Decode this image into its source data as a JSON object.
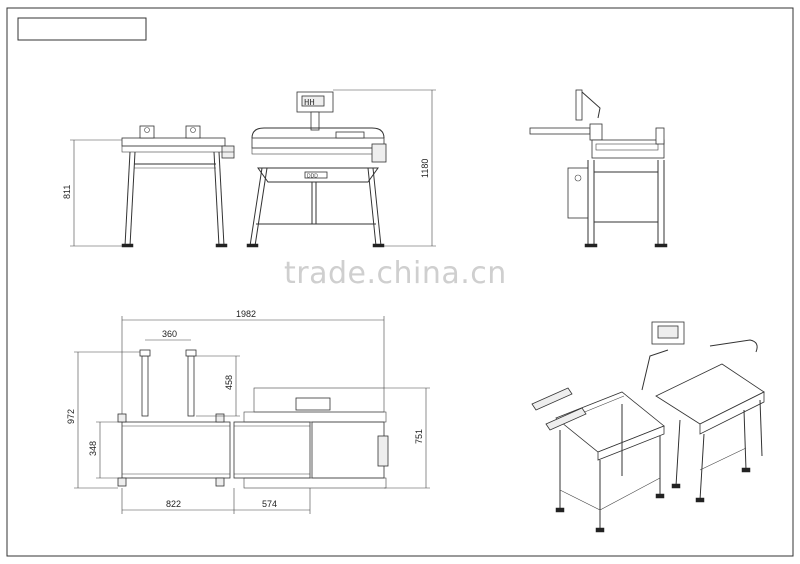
{
  "watermark": "trade.china.cn",
  "title_block": "",
  "dimensions": {
    "front_height_frame": "811",
    "front_height_total": "1180",
    "top_total_length": "1982",
    "top_rail_gap": "360",
    "top_rail_length": "458",
    "top_total_width": "972",
    "top_belt_width": "348",
    "top_right_width": "751",
    "top_left_length": "822",
    "top_right_length": "574"
  },
  "display_panel": "HH",
  "badge": "DDD"
}
